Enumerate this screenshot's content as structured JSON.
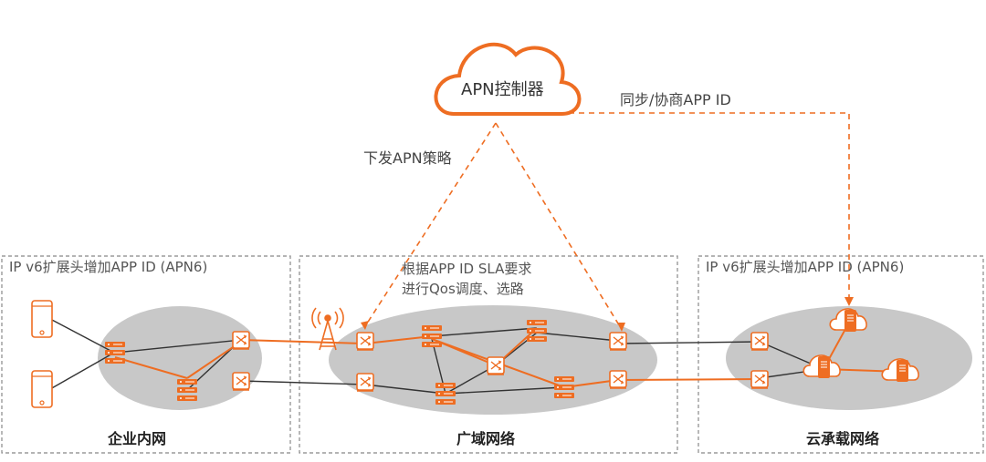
{
  "controller": {
    "label": "APN控制器"
  },
  "links": {
    "policy_label": "下发APN策略",
    "sync_label": "同步/协商APP ID"
  },
  "zones": {
    "enterprise": {
      "title": "IP v6扩展头增加APP ID (APN6)",
      "name": "企业内网"
    },
    "wan": {
      "title_line1": "根据APP ID SLA要求",
      "title_line2": "进行Qos调度、选路",
      "name": "广域网络"
    },
    "cloud": {
      "title": "IP v6扩展头增加APP ID (APN6)",
      "name": "云承载网络"
    }
  },
  "colors": {
    "accent": "#ee6d22",
    "ellipse": "#c8c8c8",
    "zone_border": "#888888",
    "line": "#333333"
  }
}
